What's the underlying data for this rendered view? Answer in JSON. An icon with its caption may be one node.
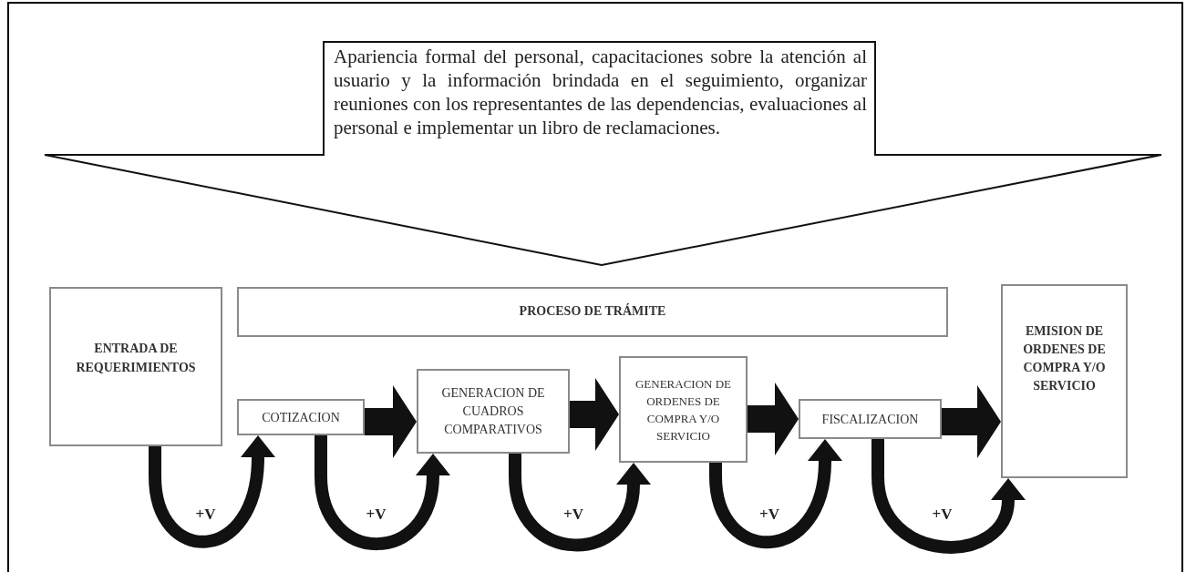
{
  "diagram": {
    "nodes": [
      {
        "text": [
          "Apariencia formal del personal, capacitaciones sobre la atención al usuario y la información brindada en el seguimiento, organizar reuniones con los representantes de las dependencias, evaluaciones al personal e implementar un libro de reclamaciones."
        ]
      },
      {
        "text": [
          "ENTRADA DE REQUERIMIENTOS"
        ]
      },
      {
        "text": [
          "PROCESO DE TRÁMITE"
        ]
      },
      {
        "text": [
          "COTIZACION"
        ]
      },
      {
        "text": [
          "GENERACION DE CUADROS COMPARATIVOS"
        ]
      },
      {
        "text": [
          "GENERACION DE ORDENES DE COMPRA Y/O SERVICIO"
        ]
      },
      {
        "text": [
          "FISCALIZACION"
        ]
      },
      {
        "text": [
          "EMISION DE ORDENES DE COMPRA Y/O SERVICIO"
        ]
      }
    ],
    "edges": [
      {
        "from": 3,
        "to": 4,
        "arrow": "to",
        "style": "thick"
      },
      {
        "from": 4,
        "to": 5,
        "arrow": "to",
        "style": "thick"
      },
      {
        "from": 5,
        "to": 6,
        "arrow": "to",
        "style": "thick"
      },
      {
        "from": 6,
        "to": 7,
        "arrow": "to",
        "style": "thick"
      },
      {
        "from": 1,
        "to": 3,
        "arrow": "to",
        "label": "+V"
      },
      {
        "from": 3,
        "to": 4,
        "arrow": "to",
        "label": "+V"
      },
      {
        "from": 4,
        "to": 5,
        "arrow": "to",
        "label": "+V"
      },
      {
        "from": 5,
        "to": 6,
        "arrow": "to",
        "label": "+V"
      },
      {
        "from": 6,
        "to": 7,
        "arrow": "to",
        "label": "+V"
      }
    ]
  }
}
